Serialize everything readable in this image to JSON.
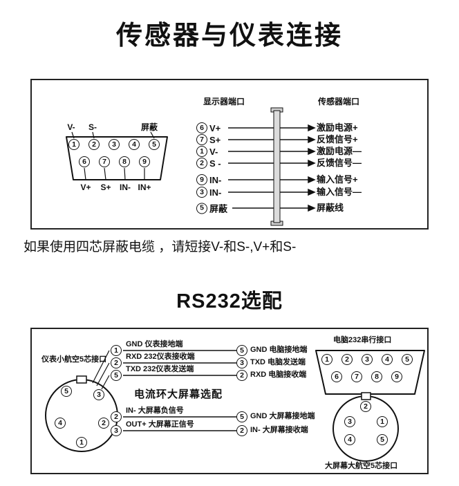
{
  "page": {
    "title": "传感器与仪表连接",
    "note": "如果使用四芯屏蔽电缆 ，请短接V-和S-,V+和S-",
    "rs232_title": "RS232选配"
  },
  "sensor_diagram": {
    "display_port_label": "显示器端口",
    "sensor_port_label": "传感器端口",
    "db9": {
      "top_labels": [
        "V-",
        "S-",
        "屏蔽"
      ],
      "top_pins": [
        "1",
        "2",
        "3",
        "4",
        "5"
      ],
      "bottom_pins": [
        "6",
        "7",
        "8",
        "9"
      ],
      "bottom_labels": [
        "V+",
        "S+",
        "IN-",
        "IN+"
      ]
    },
    "rows": [
      {
        "pin": "6",
        "signal": "V+",
        "target": "激励电源+"
      },
      {
        "pin": "7",
        "signal": "S+",
        "target": "反馈信号+"
      },
      {
        "pin": "1",
        "signal": "V-",
        "target": "激励电源—"
      },
      {
        "pin": "2",
        "signal": "S -",
        "target": "反馈信号—"
      },
      {
        "pin": "9",
        "signal": "IN-",
        "target": "输入信号+"
      },
      {
        "pin": "3",
        "signal": "IN-",
        "target": "输入信号—"
      },
      {
        "pin": "5",
        "signal": "屏蔽",
        "target": "屏蔽线"
      }
    ]
  },
  "rs232_diagram": {
    "instrument_connector_label": "仪表小航空5芯接口",
    "computer_connector_label": "电脑232串行接口",
    "serial_rows": [
      {
        "left_pin": "1",
        "left_label": "GND 仪表接地端",
        "right_pin": "5",
        "right_label": "GND 电脑接地端"
      },
      {
        "left_pin": "2",
        "left_label": "RXD 232仪表接收端",
        "right_pin": "3",
        "right_label": "TXD 电脑发送端"
      },
      {
        "left_pin": "5",
        "left_label": "TXD 232仪表发送端",
        "right_pin": "2",
        "right_label": "RXD 电脑接收端"
      }
    ],
    "current_loop_title": "电流环大屏幕选配",
    "current_loop_rows": [
      {
        "left_pin": "2",
        "left_label": "IN- 大屏幕负信号",
        "right_pin": "5",
        "right_label": "GND 大屏幕接地端"
      },
      {
        "left_pin": "3",
        "left_label": "OUT+ 大屏幕正信号",
        "right_pin": "2",
        "right_label": "IN- 大屏幕接收端"
      }
    ],
    "computer_db9": {
      "top_pins": [
        "1",
        "2",
        "3",
        "4",
        "5"
      ],
      "bottom_pins": [
        "6",
        "7",
        "8",
        "9"
      ]
    },
    "instrument_circle_pins": [
      "5",
      "3",
      "4",
      "2",
      "1"
    ],
    "bigscreen_circle_pins": [
      "2",
      "3",
      "1",
      "4",
      "5"
    ],
    "bigscreen_connector_label": "大屏幕大航空5芯接口"
  }
}
